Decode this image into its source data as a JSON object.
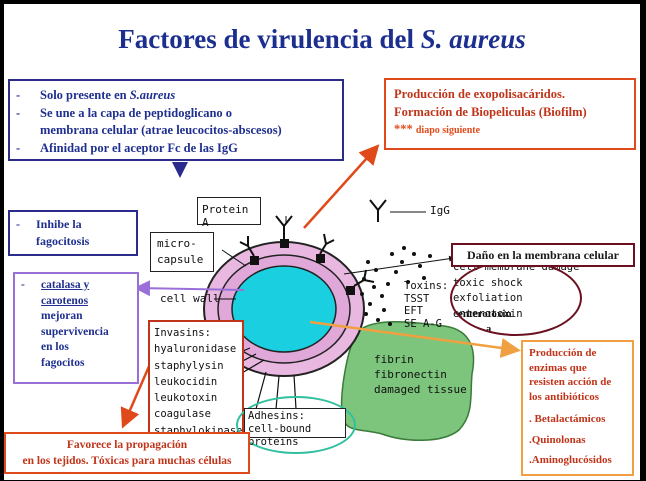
{
  "slide": {
    "title": "Factores de virulencia del ",
    "title_italic": "S. aureus"
  },
  "box_sa": {
    "items": [
      {
        "prefix": "-",
        "text": "Solo presente en ",
        "italic": "S.aureus"
      },
      {
        "prefix": "-",
        "text": "Se une a la capa de peptidoglicano o"
      },
      {
        "prefix": "",
        "text": "membrana celular (atrae leucocitos-abscesos)"
      },
      {
        "prefix": "-",
        "text": "Afinidad por el aceptor Fc de las IgG"
      }
    ]
  },
  "box_exo": {
    "line1": "Producción de exopolisacáridos.",
    "line2": "Formación de Biopeliculas (Biofilm)",
    "note_stars": "***",
    "note": "diapo siguiente"
  },
  "box_phago": {
    "prefix": "-",
    "line1": "Inhibe la",
    "line2": "fagocitosis"
  },
  "box_catalasa": {
    "prefix": "-",
    "lines": [
      "catalasa y",
      "carotenos",
      "mejoran",
      "supervivencia",
      "en los",
      "fagocitos"
    ]
  },
  "box_dano": {
    "text": "Daño en la membrana celular"
  },
  "box_enzimas": {
    "lines": [
      "Producción de",
      "enzimas que",
      "resisten acción de",
      "los antibióticos"
    ],
    "items": [
      ". Betalactámicos",
      ".Quinolonas",
      ".Aminoglucósidos"
    ]
  },
  "box_propag": {
    "line1": "Favorece la propagación",
    "line2": "en los tejidos. Tóxicas para muchas células"
  },
  "diagram": {
    "protein_a": "Protein A",
    "igg": "IgG",
    "microcapsule_1": "micro-",
    "microcapsule_2": "capsule",
    "cell_wall": "cell wall",
    "invasins_title": "Invasins:",
    "invasins": [
      "hyaluronidase",
      "staphylysin",
      "leukocidin",
      "leukotoxin",
      "coagulase",
      "staphylokinase"
    ],
    "toxins_title": "Toxins:",
    "toxins": [
      "TSST",
      "EFT",
      "SE A-G"
    ],
    "toxin_effects": [
      "cell membrane damage",
      "toxic shock",
      "exfoliation"
    ],
    "enterotoxin_a": "enterotoxin",
    "enterotoxin_b": "a",
    "enterotoxin_overlap": "enterotoxin",
    "adhesins_1": "Adhesins:",
    "adhesins_2": "cell-bound proteins",
    "fibrin": [
      "fibrin",
      "fibronectin",
      "damaged tissue"
    ]
  },
  "colors": {
    "title": "#1c2f8f",
    "cell_fill": "#1ad0e0",
    "cell_wall": "#e0a8d8",
    "tissue": "#7dc47d",
    "arrow_red": "#e04a1a",
    "arrow_orange": "#f0a040",
    "arrow_blue": "#2b2b8c",
    "arrow_purple": "#9a6fd8"
  }
}
